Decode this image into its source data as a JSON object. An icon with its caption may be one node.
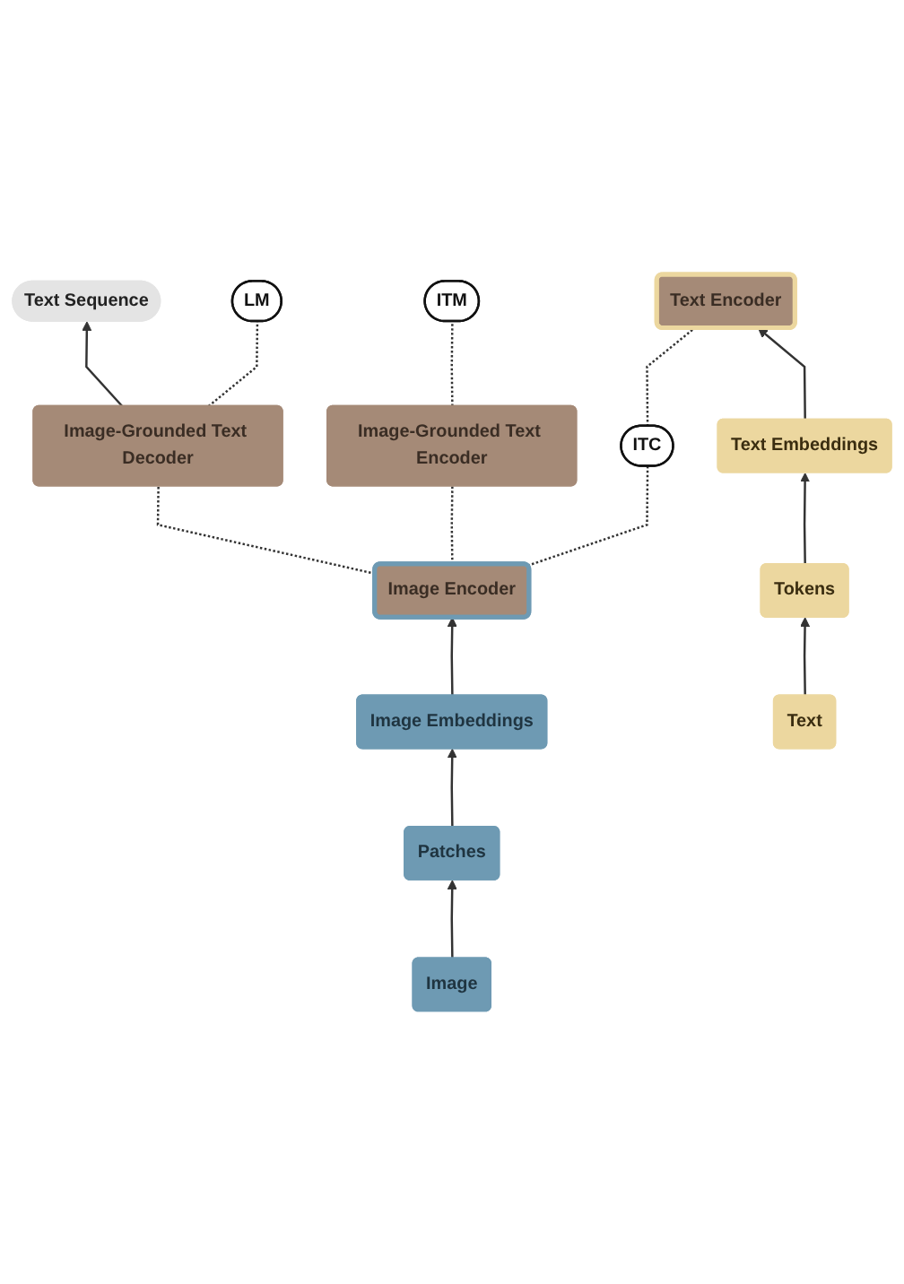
{
  "diagram": {
    "nodes": [
      {
        "text": [
          "Text Sequence"
        ]
      },
      {
        "text": [
          "Image-Grounded Text Decoder"
        ]
      },
      {
        "text": [
          "LM"
        ]
      },
      {
        "text": [
          "Image-Grounded Text Encoder"
        ]
      },
      {
        "text": [
          "ITM"
        ]
      },
      {
        "text": [
          "ITC"
        ]
      },
      {
        "text": [
          "Image Encoder"
        ]
      },
      {
        "text": [
          "Text Encoder"
        ]
      },
      {
        "text": [
          "Image Embeddings"
        ]
      },
      {
        "text": [
          "Text Embeddings"
        ]
      },
      {
        "text": [
          "Patches"
        ]
      },
      {
        "text": [
          "Tokens"
        ]
      },
      {
        "text": [
          "Image"
        ]
      },
      {
        "text": [
          "Text"
        ]
      }
    ],
    "edges": [
      {
        "from": 1,
        "to": 0,
        "arrow": "to"
      },
      {
        "from": 1,
        "to": 2,
        "arrow": "none",
        "style": "dashed"
      },
      {
        "from": 3,
        "to": 4,
        "arrow": "none",
        "style": "dashed"
      },
      {
        "from": 6,
        "to": 1,
        "arrow": "none",
        "style": "dashed"
      },
      {
        "from": 6,
        "to": 3,
        "arrow": "none",
        "style": "dashed"
      },
      {
        "from": 6,
        "to": 5,
        "arrow": "none",
        "style": "dashed"
      },
      {
        "from": 5,
        "to": 7,
        "arrow": "none",
        "style": "dashed"
      },
      {
        "from": 8,
        "to": 6,
        "arrow": "to"
      },
      {
        "from": 9,
        "to": 7,
        "arrow": "to"
      },
      {
        "from": 10,
        "to": 8,
        "arrow": "to"
      },
      {
        "from": 11,
        "to": 9,
        "arrow": "to"
      },
      {
        "from": 12,
        "to": 10,
        "arrow": "to"
      },
      {
        "from": 13,
        "to": 11,
        "arrow": "to"
      }
    ]
  }
}
